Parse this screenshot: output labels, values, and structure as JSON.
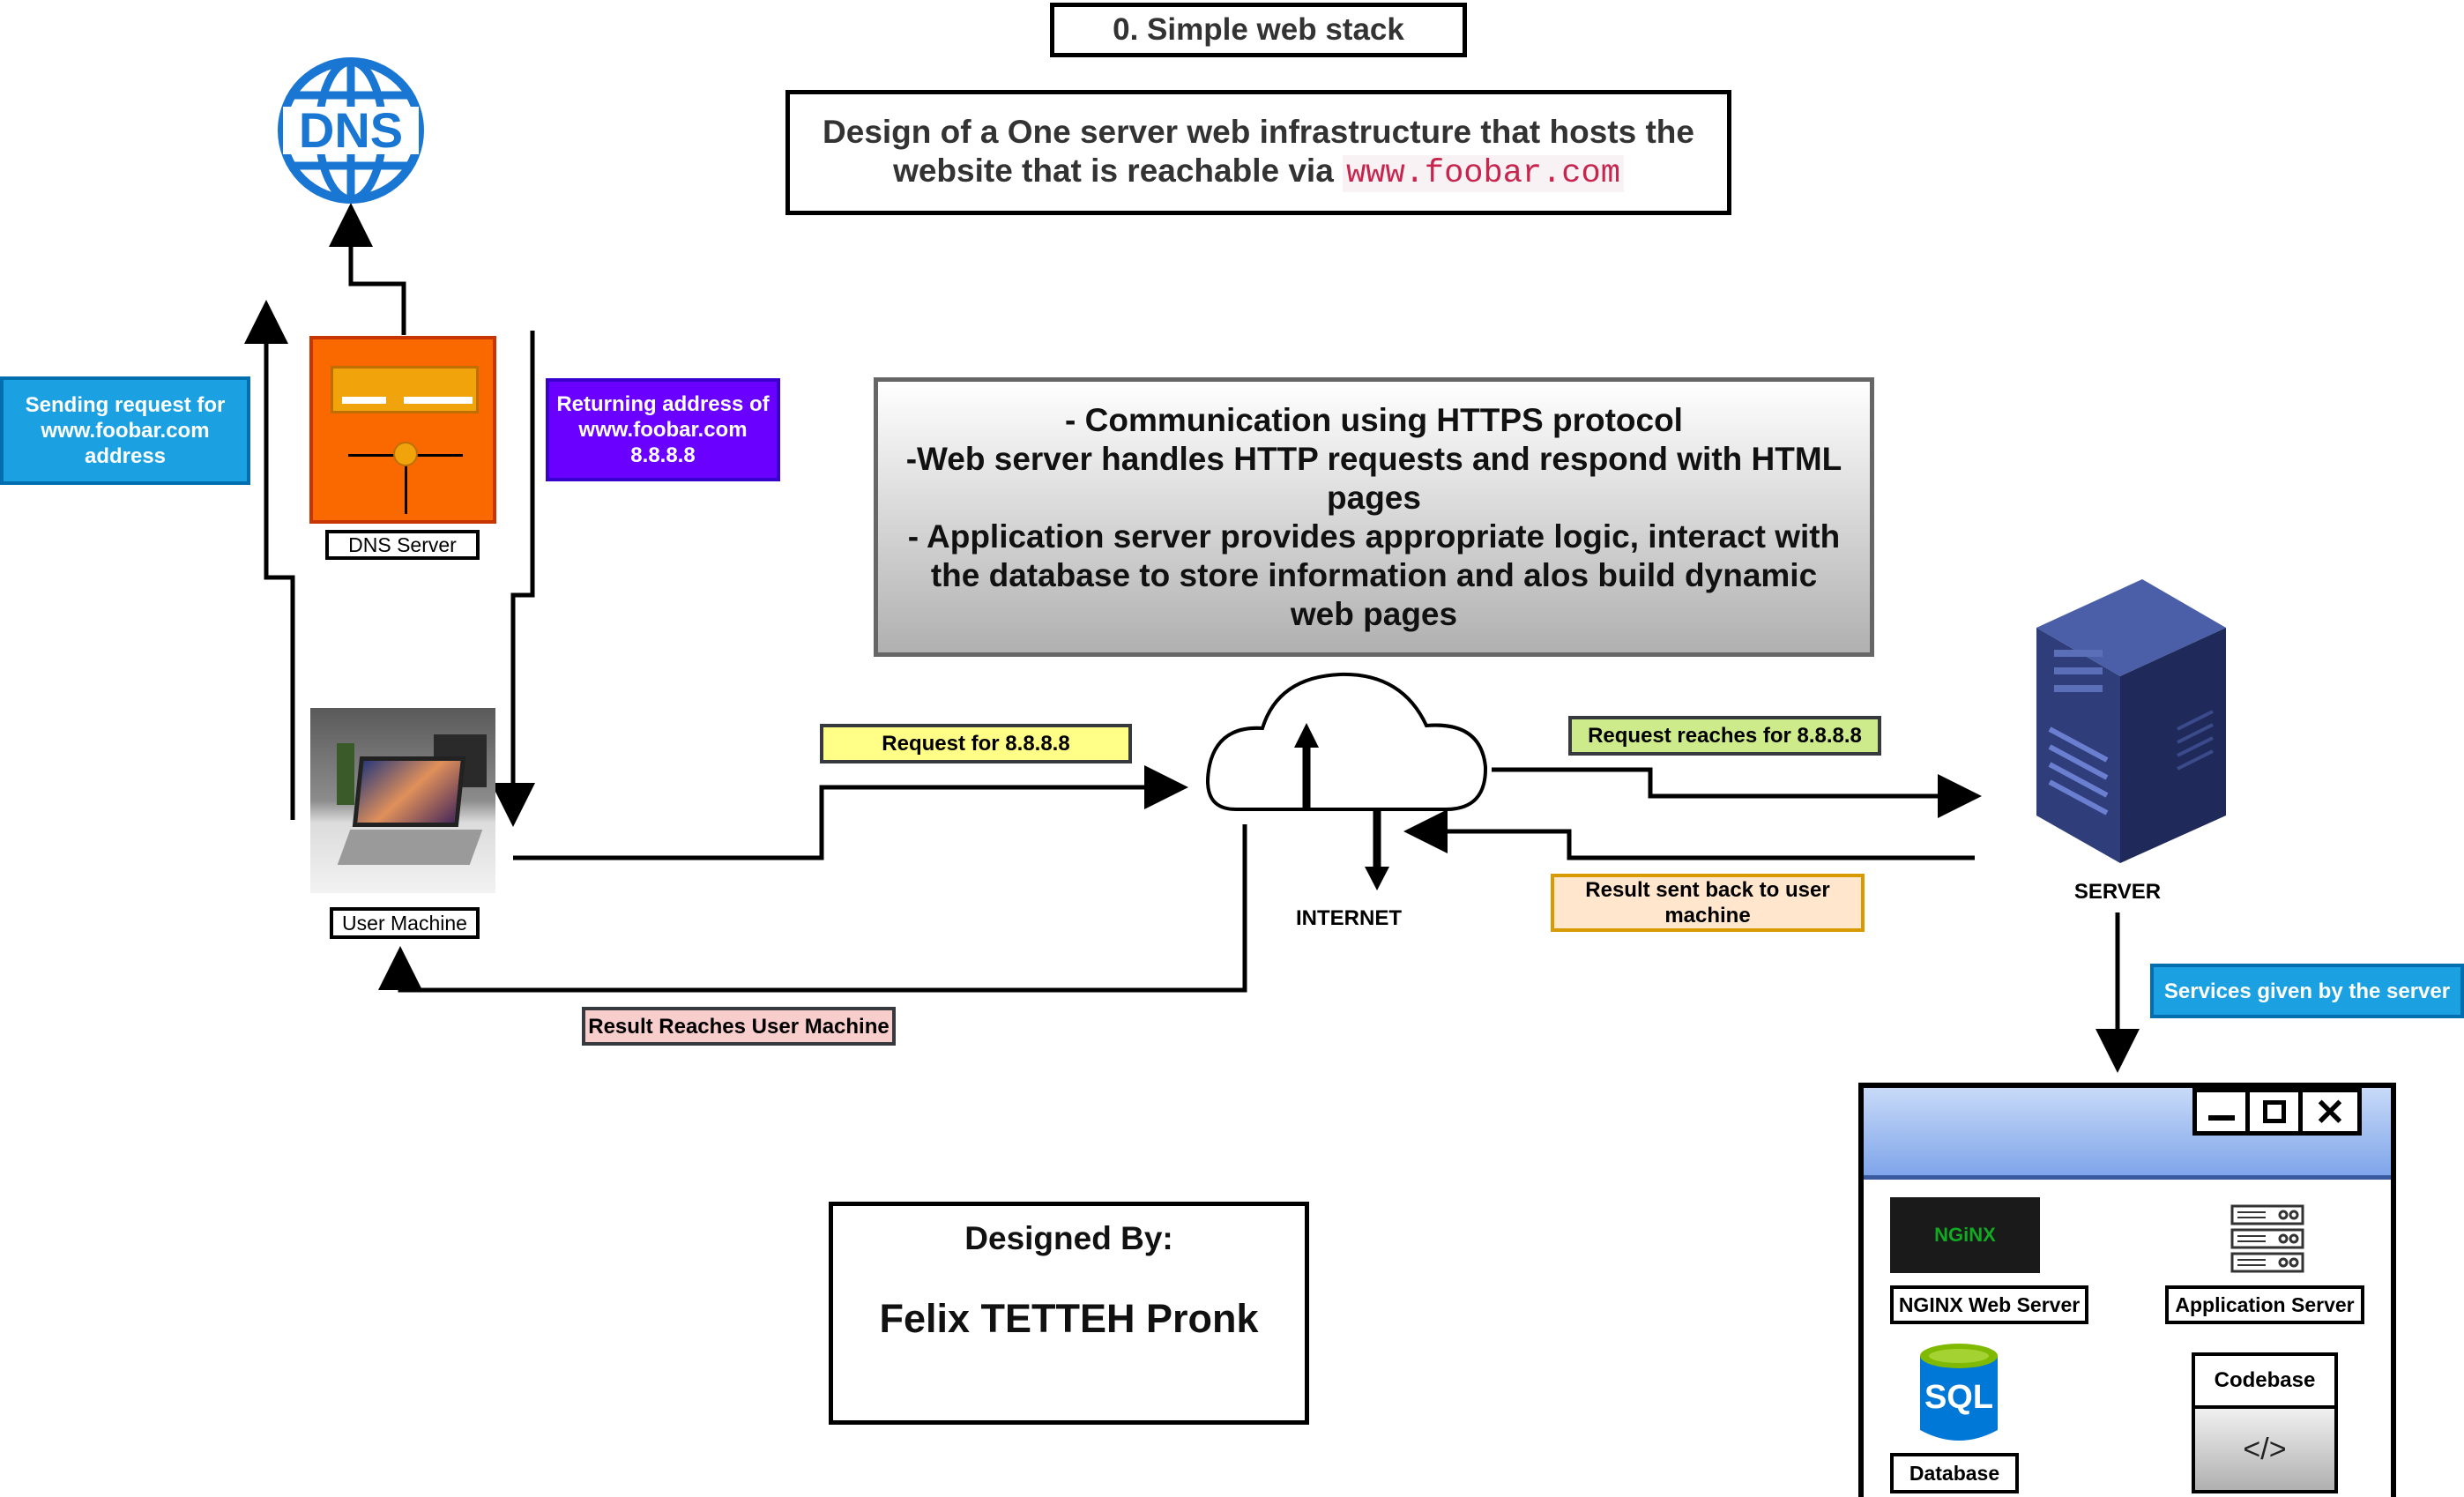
{
  "title": "0. Simple web stack",
  "description": {
    "line1": "Design of a One server web infrastructure that hosts the",
    "line2_prefix": "website that is reachable via",
    "domain": "www.foobar.com"
  },
  "info_box": {
    "line1": "- Communication using HTTPS protocol",
    "line2": "-Web server handles HTTP requests and respond with HTML pages",
    "line3": "- Application server provides appropriate logic, interact with the database to store information and alos build dynamic web pages"
  },
  "dns_icon": {
    "text": "DNS",
    "color": "#1976d2"
  },
  "dns_server": {
    "caption": "DNS Server",
    "color": "#fa6800"
  },
  "labels": {
    "sending_request": "Sending request for www.foobar.com address",
    "returning_address": "Returning address of www.foobar.com 8.8.8.8",
    "request_for": "Request for 8.8.8.8",
    "request_reaches": "Request reaches for 8.8.8.8",
    "result_sent_back": "Result sent back to user machine",
    "result_reaches": "Result Reaches User Machine",
    "services_given": "Services given by the server"
  },
  "user_machine": {
    "caption": "User Machine"
  },
  "internet": {
    "caption": "INTERNET"
  },
  "server": {
    "caption": "SERVER",
    "color": "#2f3e7a"
  },
  "services_window": {
    "nginx_logo": "NGiNX",
    "nginx_caption": "NGINX Web Server",
    "app_caption": "Application Server",
    "db_icon_text": "SQL",
    "db_caption": "Database",
    "codebase_title": "Codebase",
    "codebase_symbol": "</>"
  },
  "designer": {
    "heading": "Designed By:",
    "name": "Felix TETTEH Pronk"
  }
}
